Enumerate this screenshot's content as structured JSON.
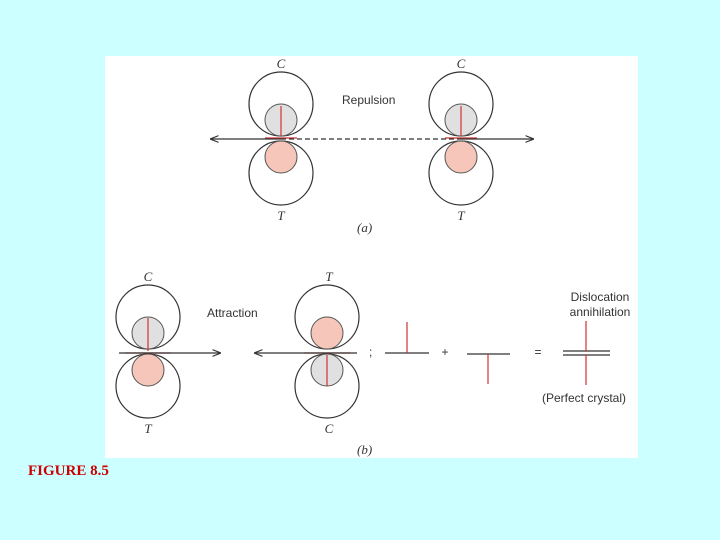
{
  "caption": "FIGURE 8.5",
  "panel_a": {
    "label": "(a)",
    "interaction": "Repulsion",
    "left_pair": {
      "top_label": "C",
      "bottom_label": "T"
    },
    "right_pair": {
      "top_label": "C",
      "bottom_label": "T"
    }
  },
  "panel_b": {
    "label": "(b)",
    "interaction": "Attraction",
    "left_pair": {
      "top_label": "C",
      "bottom_label": "T"
    },
    "right_pair": {
      "top_label": "T",
      "bottom_label": "C"
    },
    "separator": ";",
    "plus": "+",
    "equals": "=",
    "annihilation_line1": "Dislocation",
    "annihilation_line2": "annihilation",
    "result": "(Perfect crystal)"
  },
  "colors": {
    "compression_fill": "#e0e0e0",
    "tension_fill": "#f7c6bb",
    "dislocation_line": "#cc3333",
    "caption": "#cc0000",
    "background": "#ccffff"
  }
}
